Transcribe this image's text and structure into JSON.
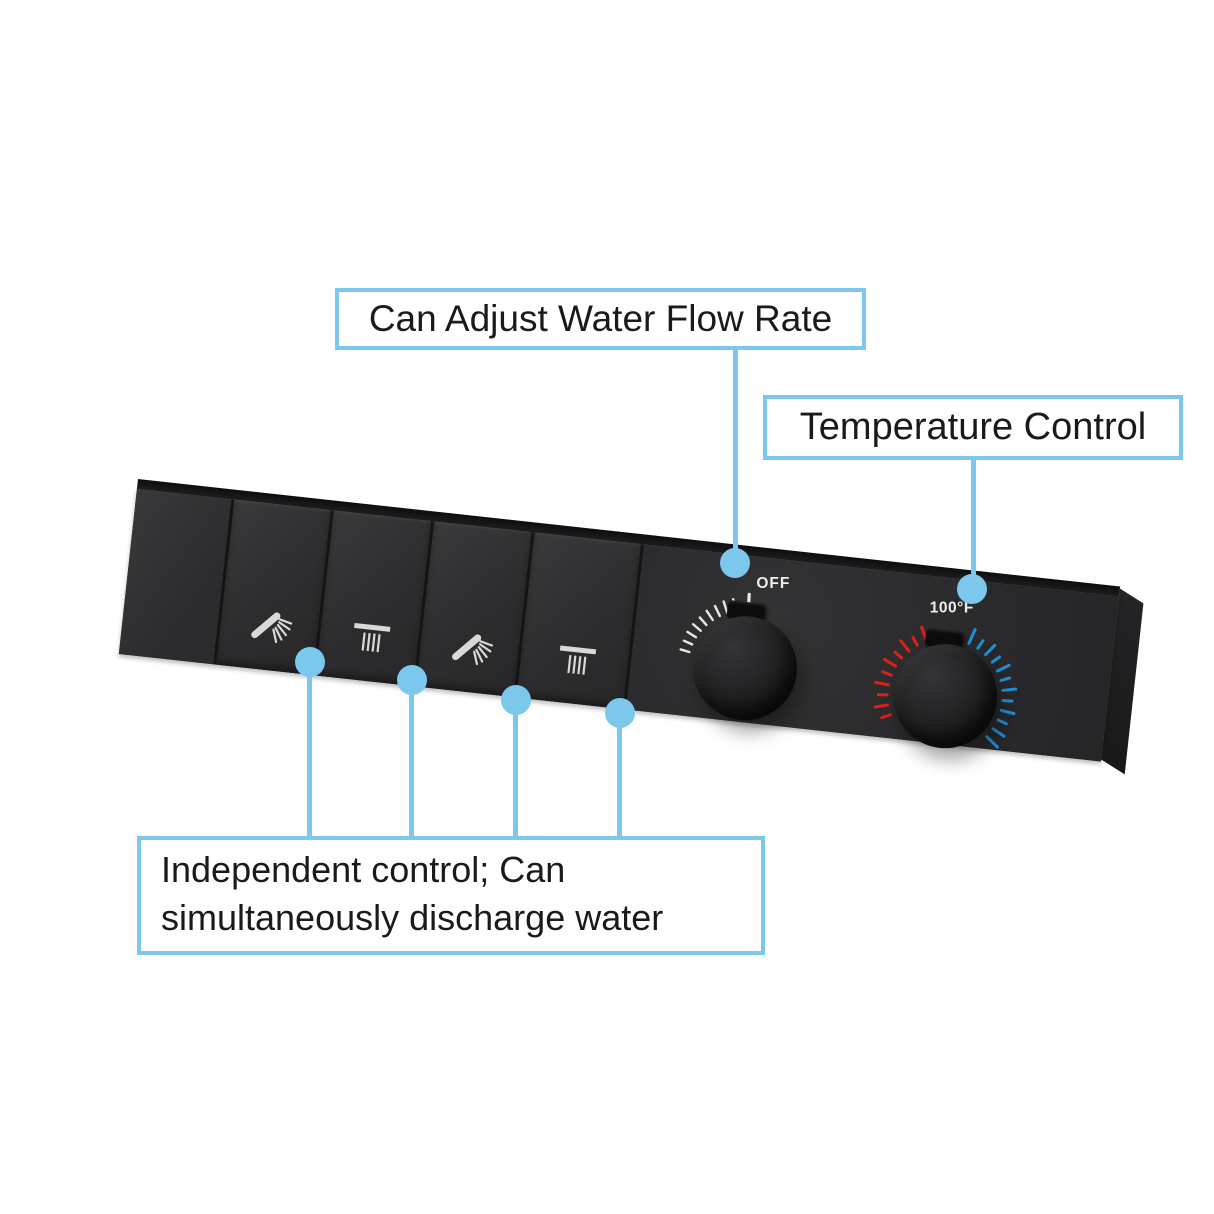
{
  "figure": {
    "type": "annotated-product-diagram",
    "subject": "4-function thermostatic shower valve trim, matte black"
  },
  "callouts": {
    "flow": {
      "label": "Can Adjust Water Flow Rate"
    },
    "temperature": {
      "label": "Temperature Control"
    },
    "independent": {
      "label": "Independent control; Can simultaneously discharge water"
    }
  },
  "valve": {
    "knob_flow": {
      "dial_label": "OFF"
    },
    "knob_temp": {
      "dial_label": "100°F"
    },
    "buttons": [
      {
        "icon": "hand-shower"
      },
      {
        "icon": "rain-shower"
      },
      {
        "icon": "hand-shower"
      },
      {
        "icon": "rain-shower"
      }
    ]
  },
  "colors": {
    "callout_blue": "#7cc7ec",
    "hot_tick_red": "#dd2018",
    "cold_tick_blue": "#1e8fdc",
    "panel_black": "#2c2c2e",
    "text": "#1a1a1a"
  }
}
